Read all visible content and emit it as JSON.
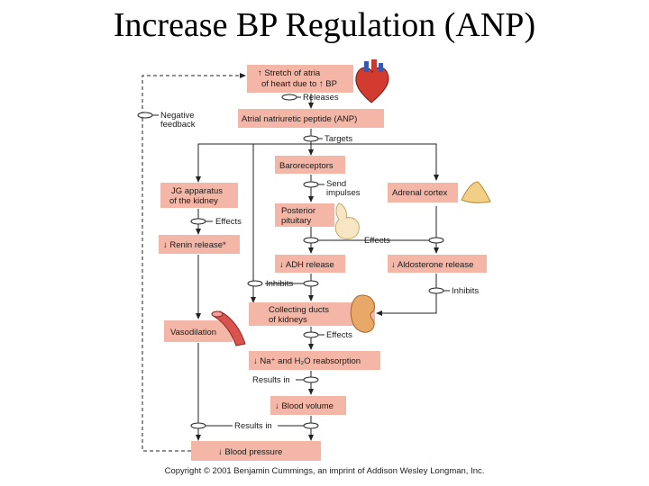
{
  "title": "Increase BP Regulation (ANP)",
  "colors": {
    "box": "#f4b6a6",
    "line": "#222222",
    "heart": "#d23b2f",
    "gland": "#f1cf87",
    "kidney": "#e8a868"
  },
  "boxes": {
    "stretch": [
      "↑ Stretch of atria",
      "of heart due to ↑ BP"
    ],
    "anp": [
      "Atrial natriuretic peptide (ANP)"
    ],
    "baro": [
      "Baroreceptors"
    ],
    "jg": [
      "JG apparatus",
      "of the kidney"
    ],
    "adrenal": [
      "Adrenal cortex"
    ],
    "posterior": [
      "Posterior",
      "pituitary"
    ],
    "renin": [
      "↓ Renin release*"
    ],
    "adh": [
      "↓ ADH release"
    ],
    "aldo": [
      "↓ Aldosterone release"
    ],
    "collecting": [
      "Collecting ducts",
      "of kidneys"
    ],
    "vaso": [
      "Vasodilation"
    ],
    "nah2o": [
      "↓ Na⁺ and H₂O reabsorption"
    ],
    "bv": [
      "↓ Blood volume"
    ],
    "bp": [
      "↓ Blood pressure"
    ]
  },
  "labels": {
    "releases": "Releases",
    "targets": "Targets",
    "negative": [
      "Negative",
      "feedback"
    ],
    "send": [
      "Send",
      "impulses"
    ],
    "effects_jg": "Effects",
    "effects_mid": "Effects",
    "inhibits_left": "Inhibits",
    "inhibits_right": "Inhibits",
    "effects_cd": "Effects",
    "results_in_bv": "Results in",
    "results_in_bp": "Results in"
  },
  "icons": {
    "heart": "heart-icon",
    "pituitary": "pituitary-gland-icon",
    "adrenal": "adrenal-gland-icon",
    "kidney": "kidney-icon",
    "vessel": "blood-vessel-icon"
  },
  "copyright": "Copyright © 2001 Benjamin Cummings, an imprint of Addison Wesley Longman, Inc."
}
